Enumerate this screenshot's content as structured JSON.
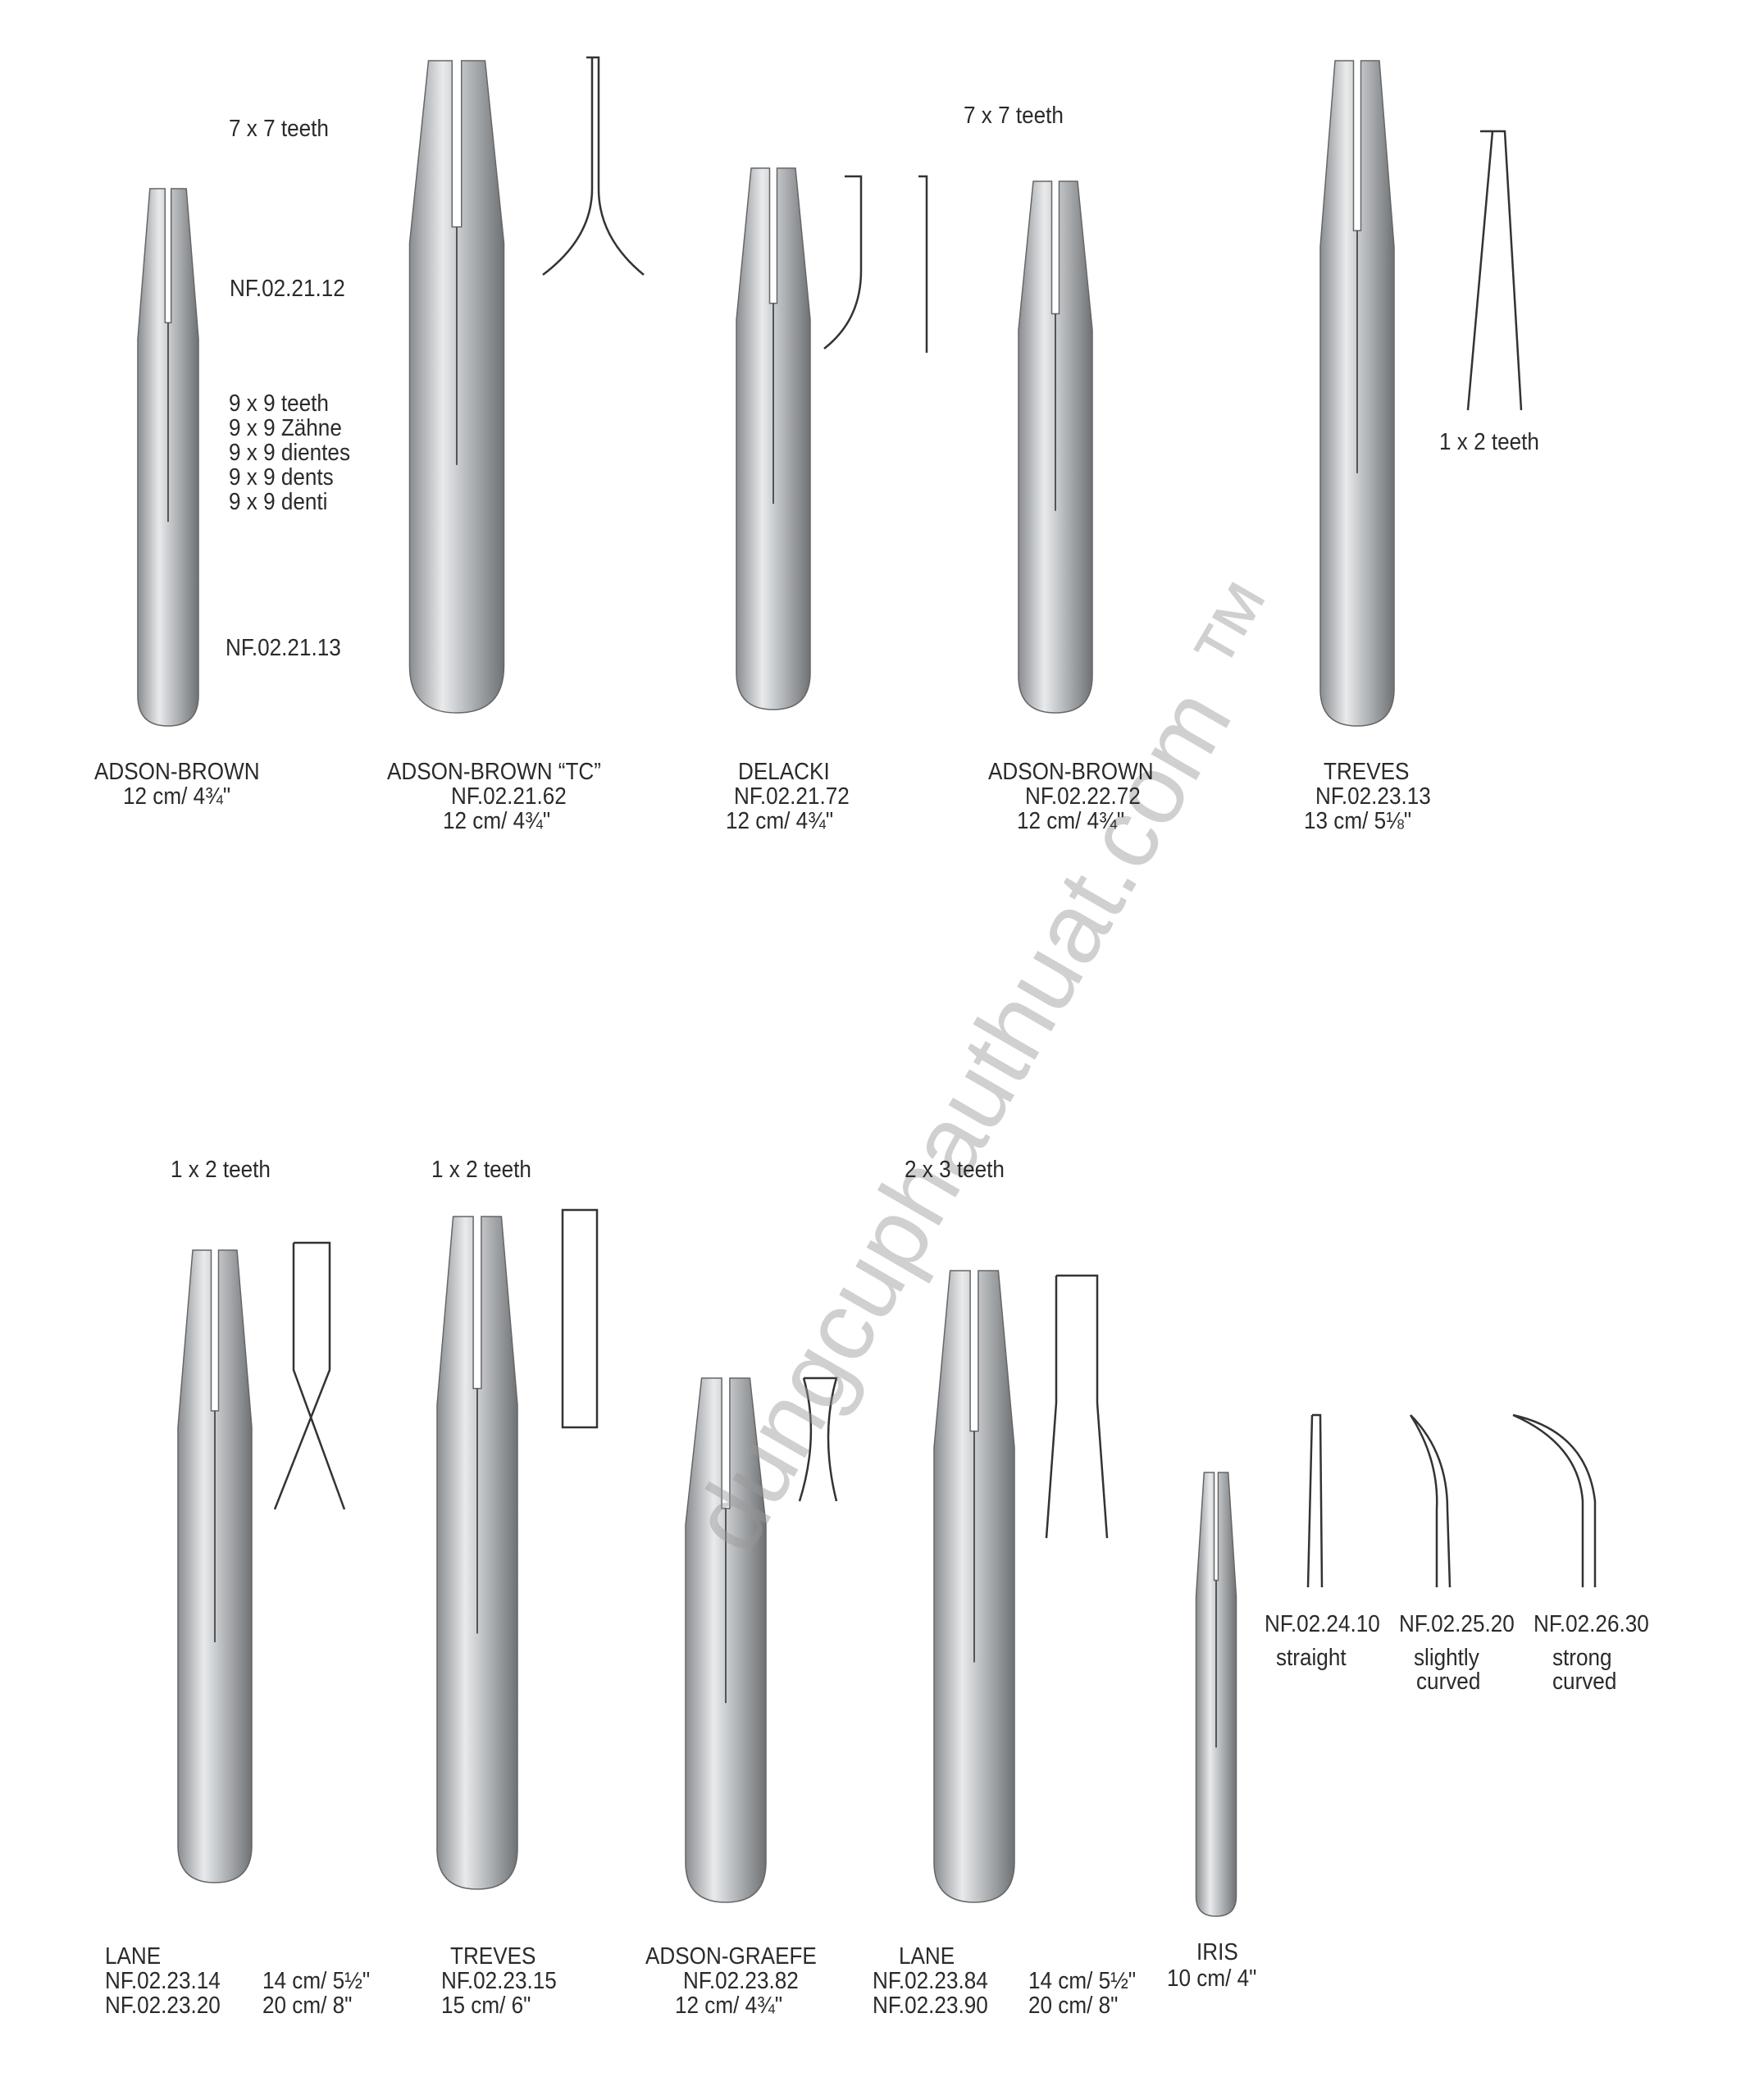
{
  "top_row": [
    {
      "name": "ADSON-BROWN",
      "code": "",
      "size": "12 cm/ 4¾\""
    },
    {
      "name": "ADSON-BROWN “TC”",
      "code": "NF.02.21.62",
      "size": "12 cm/ 4¾\""
    },
    {
      "name": "DELACKI",
      "code": "NF.02.21.72",
      "size": "12 cm/ 4¾\""
    },
    {
      "name": "ADSON-BROWN",
      "code": "NF.02.22.72",
      "size": "12 cm/ 4¾\""
    },
    {
      "name": "TREVES",
      "code": "NF.02.23.13",
      "size": "13 cm/ 5⅛\""
    }
  ],
  "annotations": {
    "teeth_7x7_a": "7 x 7 teeth",
    "code_a": "NF.02.21.12",
    "teeth_9x9": [
      "9 x 9 teeth",
      "9 x 9 Zähne",
      "9 x 9 dientes",
      "9 x 9 dents",
      "9 x 9 denti"
    ],
    "code_b": "NF.02.21.13",
    "teeth_7x7_b": "7 x 7 teeth",
    "teeth_1x2_a": "1 x 2 teeth",
    "teeth_1x2_b": "1 x 2 teeth",
    "teeth_1x2_c": "1 x 2 teeth",
    "teeth_2x3": "2 x 3 teeth"
  },
  "iris_tips": [
    {
      "code": "NF.02.24.10",
      "desc1": "straight",
      "desc2": ""
    },
    {
      "code": "NF.02.25.20",
      "desc1": "slightly",
      "desc2": "curved"
    },
    {
      "code": "NF.02.26.30",
      "desc1": "strong",
      "desc2": "curved"
    }
  ],
  "bottom_row": {
    "lane1": {
      "name": "LANE",
      "code1": "NF.02.23.14",
      "size1": "14 cm/ 5½\"",
      "code2": "NF.02.23.20",
      "size2": "20 cm/ 8\""
    },
    "treves": {
      "name": "TREVES",
      "code": "NF.02.23.15",
      "size": "15 cm/ 6\""
    },
    "graefe": {
      "name": "ADSON-GRAEFE",
      "code": "NF.02.23.82",
      "size": "12 cm/ 4¾\""
    },
    "lane2": {
      "name": "LANE",
      "code1": "NF.02.23.84",
      "size1": "14 cm/ 5½\"",
      "code2": "NF.02.23.90",
      "size2": "20 cm/ 8\""
    },
    "iris": {
      "name": "IRIS",
      "size": "10 cm/ 4\""
    }
  },
  "watermark": "dungcuphauthuat.com ™"
}
